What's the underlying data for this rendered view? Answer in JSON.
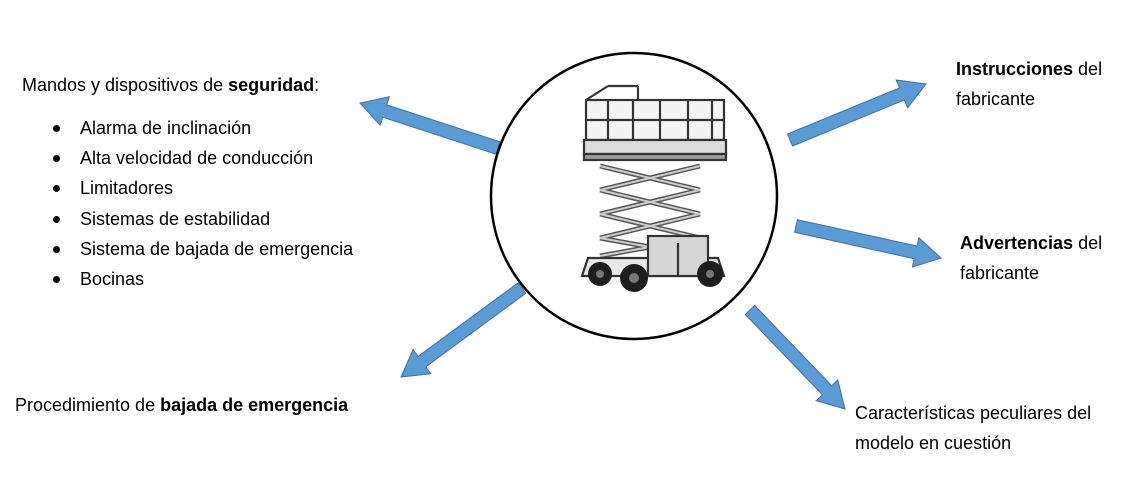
{
  "left_panel": {
    "heading_pre": "Mandos y dispositivos de ",
    "heading_bold": "seguridad",
    "heading_post": ":",
    "items": [
      "Alarma de inclinación",
      "Alta velocidad de conducción",
      "Limitadores",
      "Sistemas de estabilidad",
      "Sistema de bajada de emergencia",
      "Bocinas"
    ]
  },
  "bottom_left": {
    "pre": "Procedimiento de ",
    "bold": "bajada de emergencia"
  },
  "top_right": {
    "bold": "Instrucciones",
    "line1_rest": " del",
    "line2": "fabricante"
  },
  "mid_right": {
    "bold": "Advertencias",
    "line1_rest": " del",
    "line2": "fabricante"
  },
  "bottom_right": {
    "line1": "Características peculiares del",
    "line2": "modelo en cuestión"
  },
  "colors": {
    "arrow_fill": "#5b9bd5",
    "arrow_stroke": "#41719c",
    "circle_stroke": "#000000"
  },
  "center_image": "scissor-lift-icon"
}
